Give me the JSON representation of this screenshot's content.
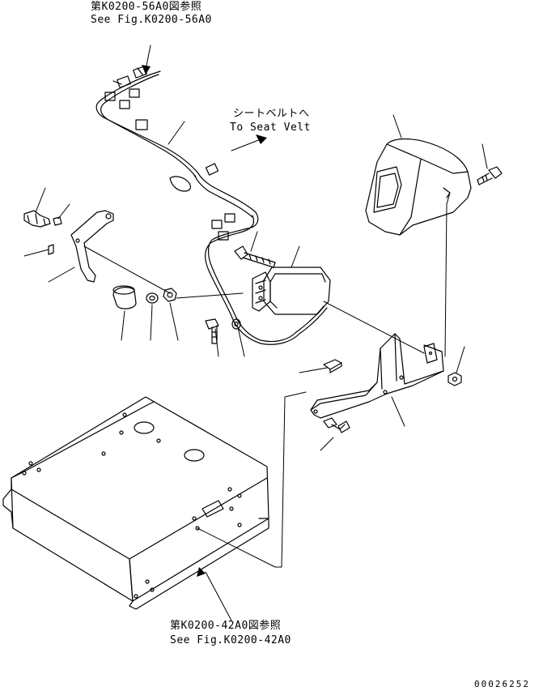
{
  "references": {
    "top": {
      "jp": "第K0200-56A0図参照",
      "en": "See Fig.K0200-56A0"
    },
    "seat_belt": {
      "jp": "シートベルトへ",
      "en": "To Seat Velt"
    },
    "bottom": {
      "jp": "第K0200-42A0図参照",
      "en": "See Fig.K0200-42A0"
    }
  },
  "drawing_number": "00026252",
  "colors": {
    "ink": "#000000",
    "paper": "#ffffff"
  }
}
